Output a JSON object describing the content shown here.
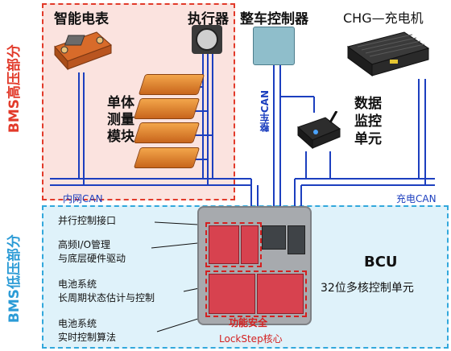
{
  "regions": {
    "high_voltage": "BMS高压部分",
    "low_voltage": "BMS低压部分"
  },
  "components": {
    "smart_meter": "智能电表",
    "actuator": "执行器",
    "vehicle_controller": "整车控制器",
    "charger": "CHG—充电机",
    "cell_module": "单体\n测量\n模块",
    "data_monitor": "数据\n监控\n单元"
  },
  "buses": {
    "vehicle_can": "整车CAN",
    "internal_can": "内网CAN",
    "charge_can": "充电CAN"
  },
  "bcu": {
    "title": "BCU",
    "subtitle": "32位多核控制单元",
    "features": [
      "并行控制接口",
      "高频I/O管理\n与底层硬件驱动",
      "电池系统\n长周期状态估计与控制",
      "电池系统\n实时控制算法"
    ],
    "safety": "功能安全",
    "lockstep": "LockStep核心"
  },
  "colors": {
    "high_voltage": "#e23a2a",
    "low_voltage": "#2b9bd6",
    "bus_line": "#1c3fbf"
  }
}
